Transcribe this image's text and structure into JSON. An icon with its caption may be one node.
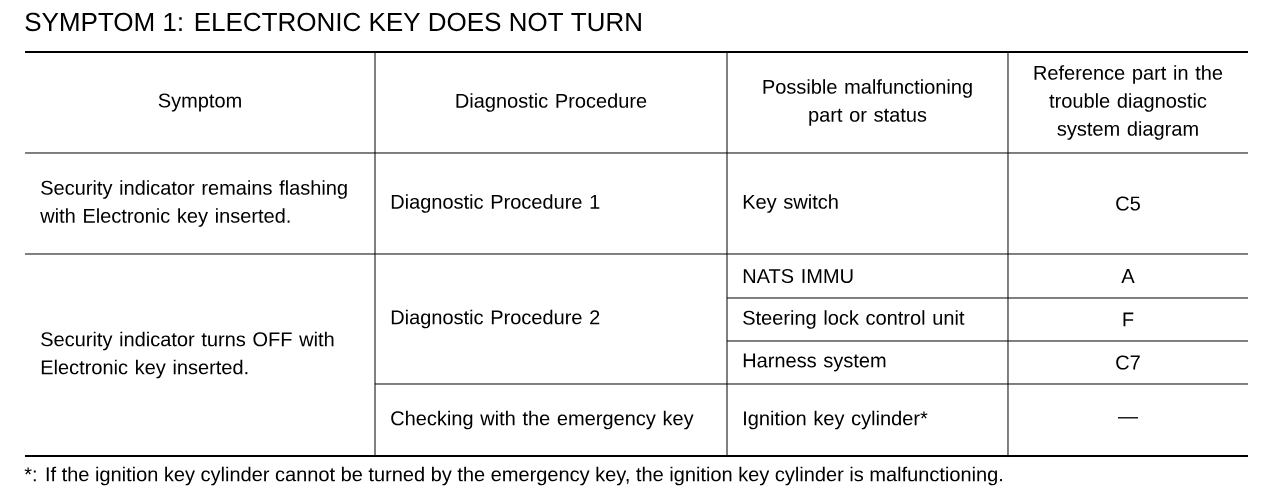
{
  "diagram": {
    "title": "SYMPTOM 1: ELECTRONIC KEY DOES NOT TURN",
    "labels": [
      "Symptom",
      "Diagnostic Procedure",
      "Possible malfunctioning part or status",
      "Reference part in the trouble diagnostic system diagram",
      "Security indicator remains flashing with Electronic key inserted.",
      "Diagnostic Procedure 1",
      "Key switch",
      "C5",
      "Security indicator turns OFF with Electronic key inserted.",
      "Diagnostic Procedure 2",
      "NATS IMMU",
      "A",
      "Steering lock control unit",
      "F",
      "Harness system",
      "C7",
      "Checking with the emergency key",
      "Ignition key cylinder*",
      "—",
      "*: If the ignition key cylinder cannot be turned by the emergency key, the ignition key cylinder is malfunctioning."
    ]
  }
}
